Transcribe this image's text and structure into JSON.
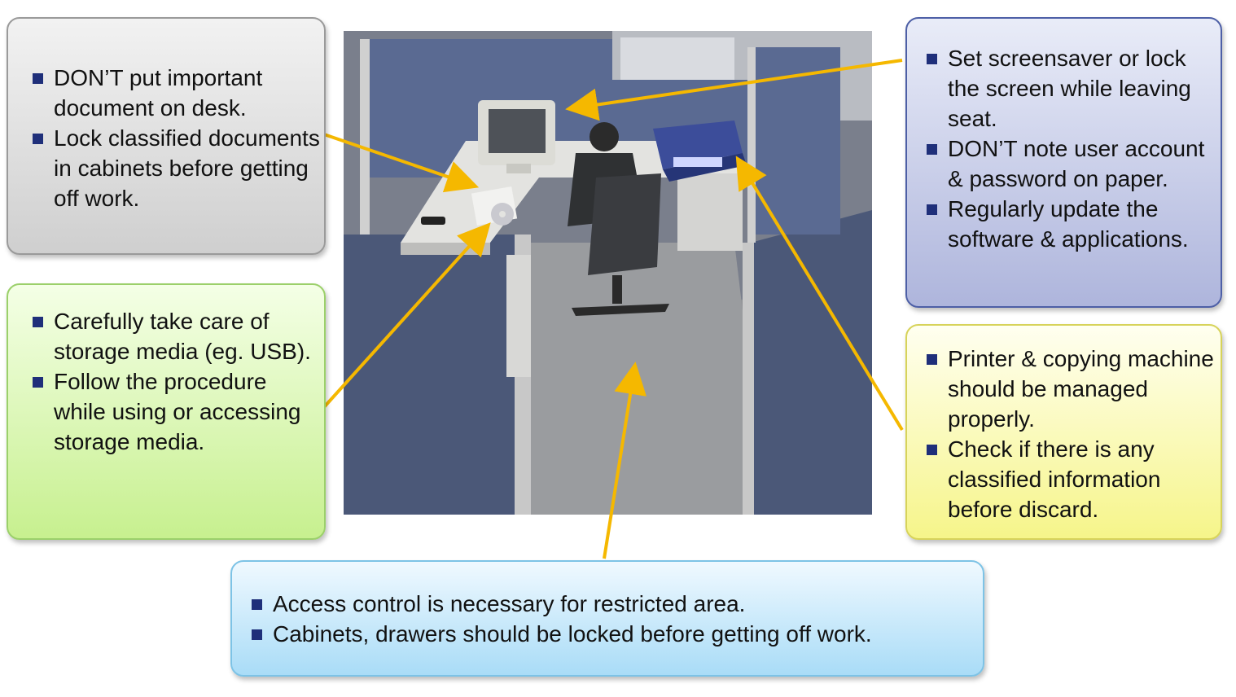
{
  "colors": {
    "arrow": "#f5b800",
    "bullet": "#1f2f7a"
  },
  "callouts": {
    "top_left": [
      "DON’T put important document on desk.",
      "Lock classified documents in cabinets before getting off work."
    ],
    "mid_left": [
      "Carefully take care of storage media (eg. USB).",
      "Follow the procedure while using or accessing storage media."
    ],
    "top_right": [
      "Set screensaver or lock the screen while leaving seat.",
      "DON’T note user account & password on paper.",
      "Regularly update the software & applications."
    ],
    "mid_right": [
      "Printer & copying machine should be managed properly.",
      "Check if there is any classified information before discard."
    ],
    "bottom": [
      "Access control is necessary for restricted area.",
      "Cabinets, drawers should be locked before getting off work."
    ]
  }
}
